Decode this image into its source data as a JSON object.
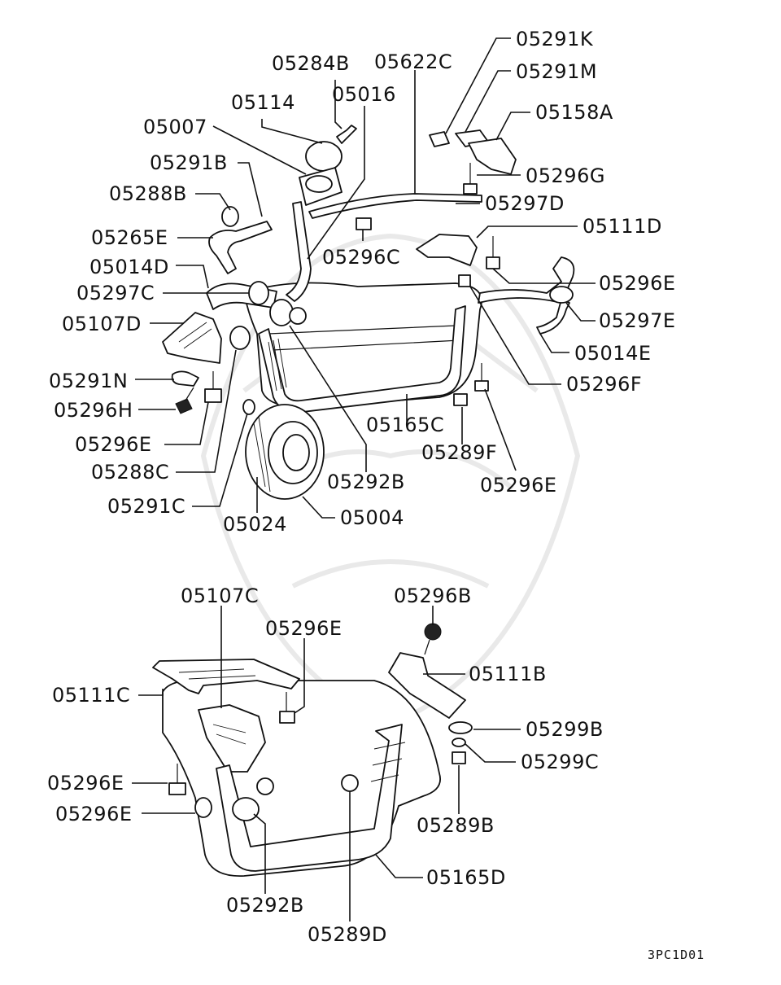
{
  "diagram_code": "3PC1D01",
  "labels": [
    "05291K",
    "05291M",
    "05622C",
    "05284B",
    "05016",
    "05114",
    "05158A",
    "05007",
    "05291B",
    "05296G",
    "05288B",
    "05297D",
    "05111D",
    "05265E",
    "05296C",
    "05014D",
    "05296E",
    "05297C",
    "05107D",
    "05297E",
    "05014E",
    "05291N",
    "05296F",
    "05296H",
    "05165C",
    "05296E",
    "05289F",
    "05288C",
    "05292B",
    "05296E",
    "05291C",
    "05004",
    "05024",
    "05107C",
    "05296B",
    "05296E",
    "05111B",
    "05111C",
    "05299B",
    "05299C",
    "05296E",
    "05296E",
    "05289B",
    "05165D",
    "05292B",
    "05289D"
  ]
}
